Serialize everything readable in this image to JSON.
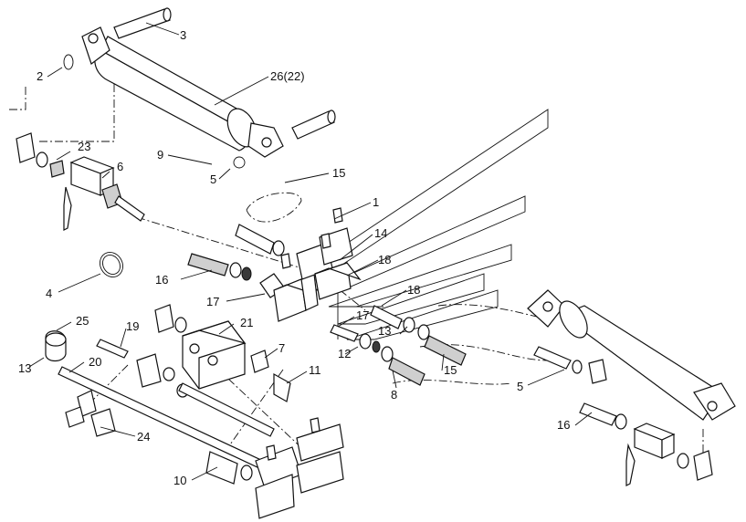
{
  "labels": {
    "l1": "1",
    "l2": "2",
    "l3": "3",
    "l4": "4",
    "l5a": "5",
    "l5b": "5",
    "l6": "6",
    "l7": "7",
    "l8": "8",
    "l9": "9",
    "l10": "10",
    "l11": "11",
    "l12": "12",
    "l13a": "13",
    "l13b": "13",
    "l14": "14",
    "l15a": "15",
    "l15b": "15",
    "l16a": "16",
    "l16b": "16",
    "l17a": "17",
    "l17b": "17",
    "l18a": "18",
    "l18b": "18",
    "l19": "19",
    "l20": "20",
    "l21": "21",
    "l23": "23",
    "l24": "24",
    "l25": "25",
    "l26": "26(22)"
  }
}
